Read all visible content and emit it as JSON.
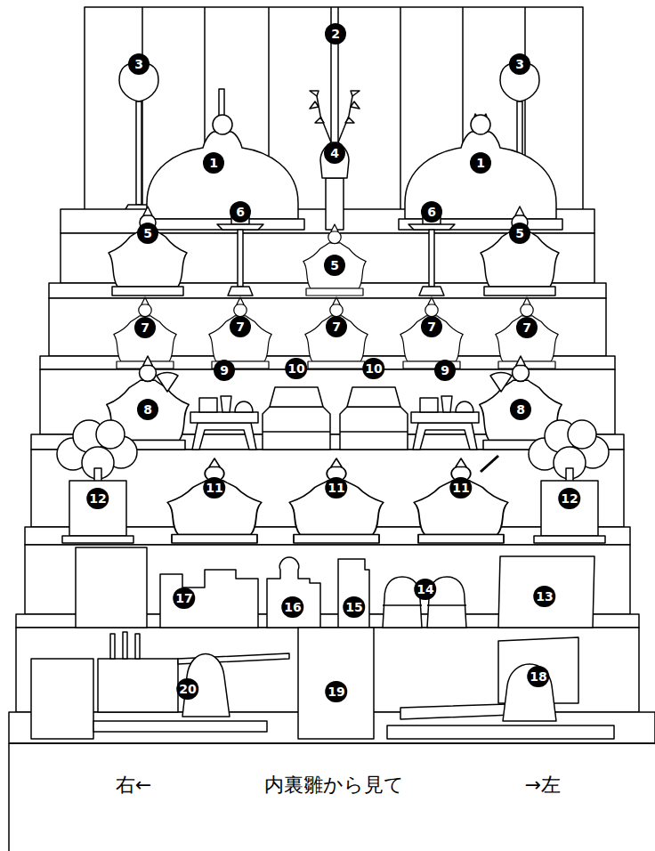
{
  "diagram": {
    "labels": [
      "2",
      "3",
      "3",
      "4",
      "1",
      "1",
      "6",
      "6",
      "5",
      "5",
      "5",
      "7",
      "7",
      "7",
      "7",
      "7",
      "9",
      "10",
      "10",
      "9",
      "8",
      "8",
      "12",
      "11",
      "11",
      "11",
      "12",
      "17",
      "16",
      "15",
      "14",
      "13",
      "20",
      "19",
      "18",
      "右←",
      "内裏雛から見て",
      "→左"
    ]
  }
}
